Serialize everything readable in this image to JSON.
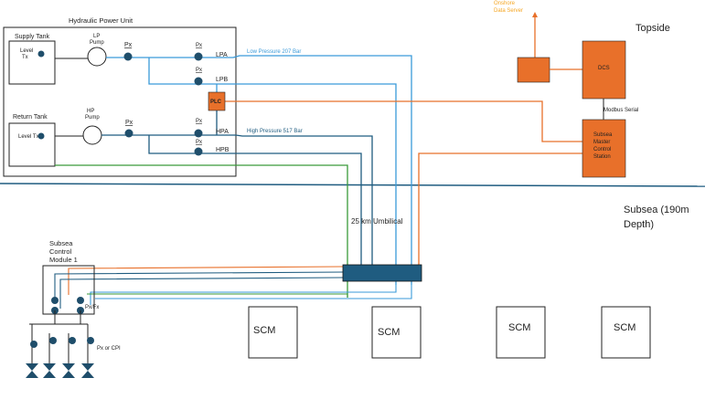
{
  "hpu": {
    "title": "Hydraulic Power Unit",
    "supply_tank": "Supply Tank",
    "return_tank": "Return Tank",
    "level_tx_1": [
      "Level",
      "Tx"
    ],
    "level_tx_2": "Level Tx",
    "lp_pump": [
      "LP",
      "Pump"
    ],
    "hp_pump": [
      "HP",
      "Pump"
    ],
    "px": "Px",
    "lines": {
      "lpa": "LPA",
      "lpb": "LPB",
      "hpa": "HPA",
      "hpb": "HPB"
    },
    "plc": "PLC"
  },
  "annotations": {
    "low_pressure": "Low Pressure 207 Bar",
    "high_pressure": "High Pressure 517 Bar",
    "onshore": [
      "Onshore",
      "Data Server"
    ],
    "modbus": "Modbus Serial",
    "umbilical": "25 km Umbilical",
    "px_fx": "Px/Fx",
    "px_cpi": "Px or CPI"
  },
  "topside": {
    "label": "Topside",
    "dcs": "DCS",
    "smcs": [
      "Subsea",
      "Master",
      "Control",
      "Station"
    ]
  },
  "subsea": {
    "label": [
      "Subsea (190m",
      "Depth)"
    ],
    "scm1": [
      "Subsea",
      "Control",
      "Module 1"
    ],
    "scm_boxes": [
      "SCM",
      "SCM",
      "SCM",
      "SCM"
    ]
  },
  "colors": {
    "orange": "#e8702a",
    "orange_text": "#f5a623",
    "light_blue": "#3a9ad9",
    "dark_blue": "#1f5c80",
    "green": "#3a9a3a",
    "umbilical": "#1f5c80",
    "sea": "#1f5c80",
    "low_pressure_text": "#3a9ad9"
  }
}
